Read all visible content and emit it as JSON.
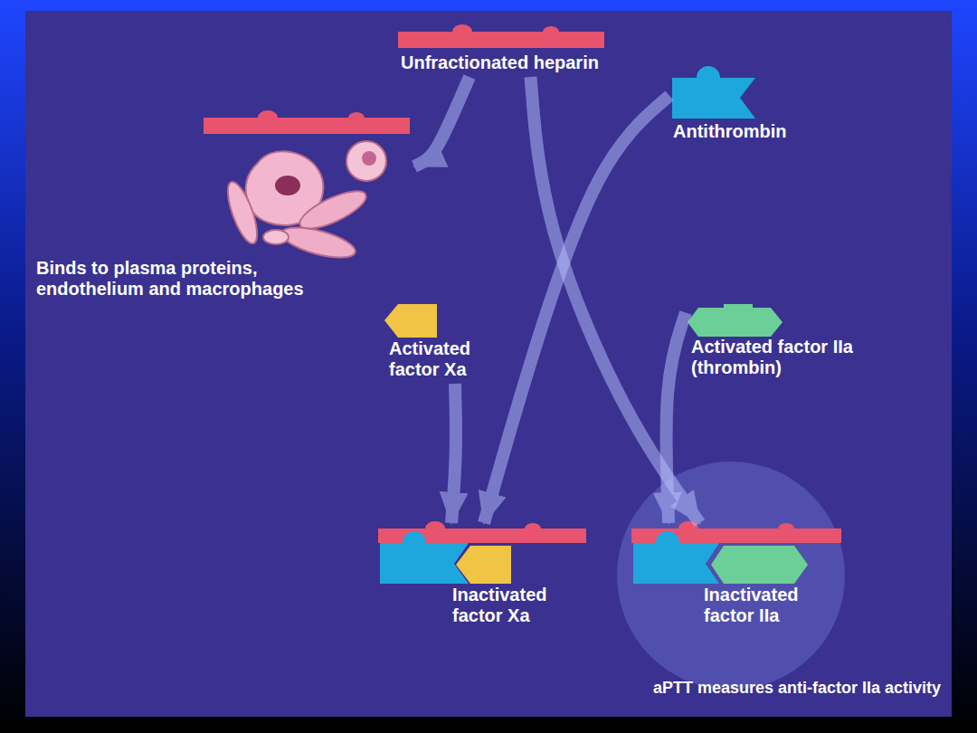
{
  "diagram": {
    "caption": "aPTT measures anti-factor IIa activity",
    "nodes": [
      {
        "text": [
          "Unfractionated heparin"
        ]
      },
      {
        "text": [
          "Antithrombin"
        ]
      },
      {
        "text": [
          "Binds to plasma proteins, endothelium and macrophages"
        ]
      },
      {
        "text": [
          "Activated factor Xa"
        ]
      },
      {
        "text": [
          "Activated factor IIa (thrombin)"
        ]
      },
      {
        "text": [
          "Inactivated factor Xa"
        ]
      },
      {
        "text": [
          "Inactivated factor IIa"
        ]
      }
    ],
    "edges": [
      {
        "from": 0,
        "to": 2,
        "arrow": "to"
      },
      {
        "from": 0,
        "to": 6,
        "arrow": "to"
      },
      {
        "from": 1,
        "to": 5,
        "arrow": "to"
      },
      {
        "from": 3,
        "to": 5,
        "arrow": "to"
      },
      {
        "from": 4,
        "to": 6,
        "arrow": "to"
      }
    ]
  }
}
